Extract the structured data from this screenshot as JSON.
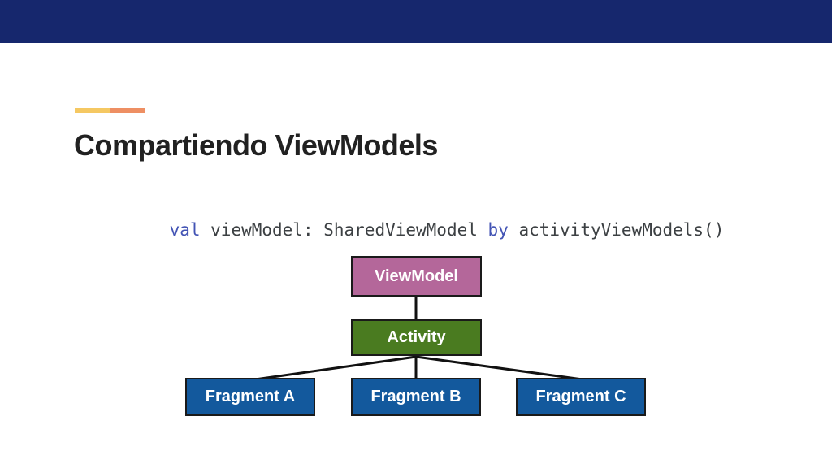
{
  "slide": {
    "header_bar_color": "#16276d",
    "accent": {
      "yellow": "#f5c862",
      "orange": "#ee8f63"
    },
    "title": "Compartiendo ViewModels",
    "title_color": "#212121",
    "code": {
      "text_color": "#3c4043",
      "keyword_color": "#4253b4",
      "tokens": [
        {
          "text": "val",
          "type": "keyword"
        },
        {
          "text": " viewModel: SharedViewModel ",
          "type": "plain"
        },
        {
          "text": "by",
          "type": "keyword"
        },
        {
          "text": " activityViewModels()",
          "type": "plain"
        }
      ]
    },
    "diagram": {
      "line_color": "#111111",
      "node_text_color": "#ffffff",
      "nodes": [
        {
          "label": "ViewModel",
          "fill": "#b4679a"
        },
        {
          "label": "Activity",
          "fill": "#4a7b20"
        },
        {
          "label": "Fragment A",
          "fill": "#13599d"
        },
        {
          "label": "Fragment B",
          "fill": "#13599d"
        },
        {
          "label": "Fragment C",
          "fill": "#13599d"
        }
      ]
    }
  }
}
